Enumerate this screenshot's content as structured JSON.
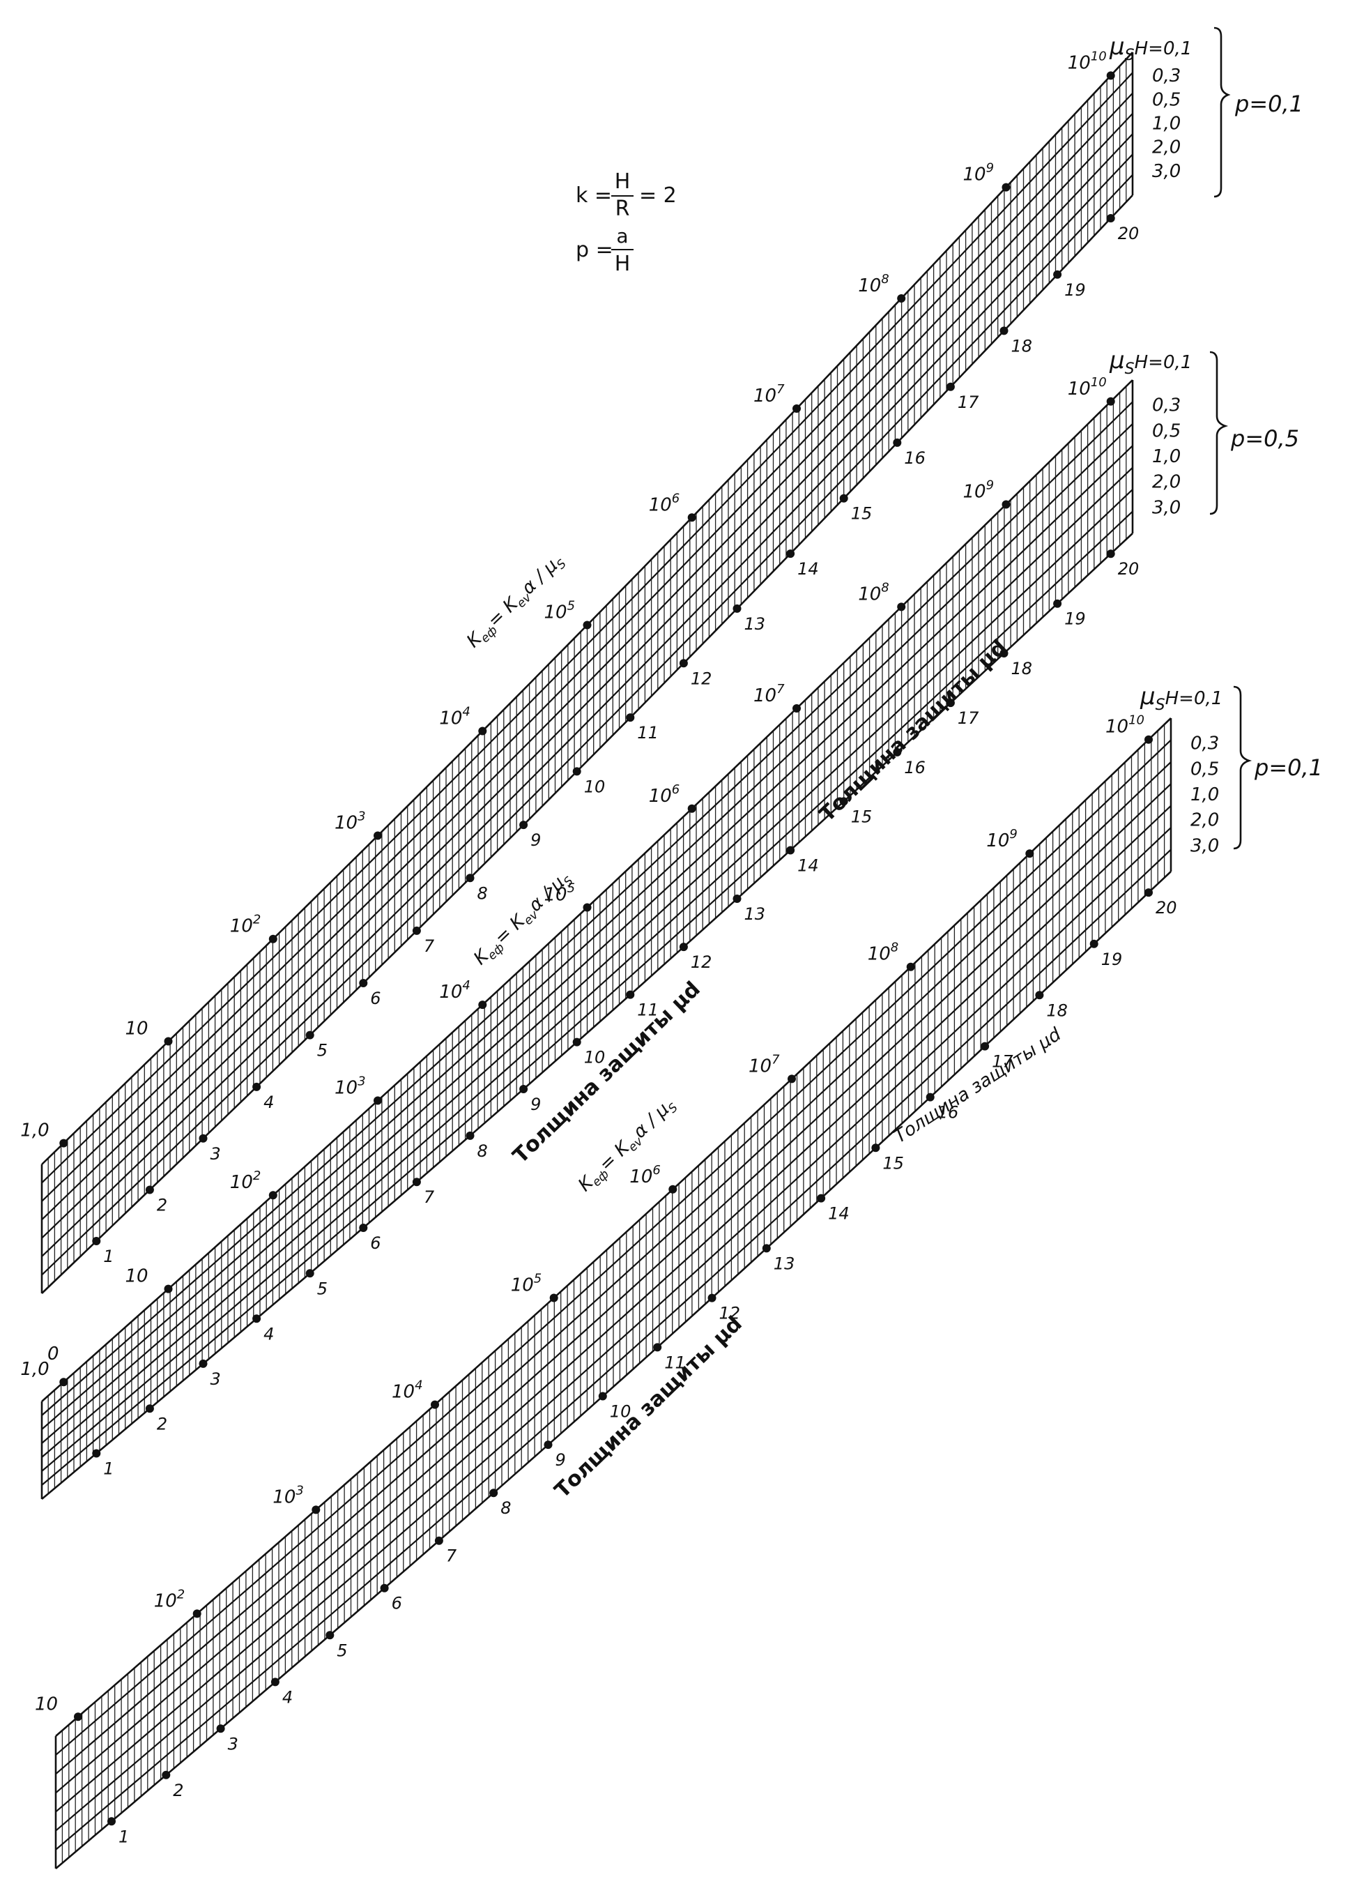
{
  "formulas": {
    "k_left": "k =",
    "k_num": "H",
    "k_den": "R",
    "k_right": "= 2",
    "p_left": "p =",
    "p_num": "a",
    "p_den": "H"
  },
  "colors": {
    "ink": "#111111",
    "paper": "#ffffff"
  },
  "panels": [
    {
      "id": "top",
      "p_label": "p=0,1",
      "muH_prefix": "μ",
      "muH_sub": "S",
      "muH_suffix": "H=0,1",
      "muH_values": [
        "0,3",
        "0,5",
        "1,0",
        "2,0",
        "3,0"
      ],
      "k_axis_ticks": [
        {
          "base": "1,0",
          "exp": ""
        },
        {
          "base": "10",
          "exp": ""
        },
        {
          "base": "10",
          "exp": "2"
        },
        {
          "base": "10",
          "exp": "3"
        },
        {
          "base": "10",
          "exp": "4"
        },
        {
          "base": "10",
          "exp": "5"
        },
        {
          "base": "10",
          "exp": "6"
        },
        {
          "base": "10",
          "exp": "7"
        },
        {
          "base": "10",
          "exp": "8"
        },
        {
          "base": "10",
          "exp": "9"
        },
        {
          "base": "10",
          "exp": "10"
        }
      ],
      "thickness_ticks": [
        "1",
        "2",
        "3",
        "4",
        "5",
        "6",
        "7",
        "8",
        "9",
        "10",
        "11",
        "12",
        "13",
        "14",
        "15",
        "16",
        "17",
        "18",
        "19",
        "20"
      ],
      "k_axis_label": "K",
      "k_axis_label_sub": "еф",
      "k_axis_label_mid": "= K",
      "k_axis_label_sub2": "ev",
      "k_axis_label_tail": "α / μ",
      "k_axis_label_sub3": "S",
      "thickness_label": "Толщина защиты μd"
    },
    {
      "id": "middle",
      "p_label": "p=0,5",
      "muH_prefix": "μ",
      "muH_sub": "S",
      "muH_suffix": "H=0,1",
      "muH_values": [
        "0,3",
        "0,5",
        "1,0",
        "2,0",
        "3,0"
      ],
      "k_axis_ticks": [
        {
          "base": "1,0",
          "exp": ""
        },
        {
          "base": "10",
          "exp": ""
        },
        {
          "base": "10",
          "exp": "2"
        },
        {
          "base": "10",
          "exp": "3"
        },
        {
          "base": "10",
          "exp": "4"
        },
        {
          "base": "10",
          "exp": "5"
        },
        {
          "base": "10",
          "exp": "6"
        },
        {
          "base": "10",
          "exp": "7"
        },
        {
          "base": "10",
          "exp": "8"
        },
        {
          "base": "10",
          "exp": "9"
        },
        {
          "base": "10",
          "exp": "10"
        }
      ],
      "thickness_ticks": [
        "1",
        "2",
        "3",
        "4",
        "5",
        "6",
        "7",
        "8",
        "9",
        "10",
        "11",
        "12",
        "13",
        "14",
        "15",
        "16",
        "17",
        "18",
        "19",
        "20"
      ],
      "origin_label": "0",
      "k_axis_label": "K",
      "k_axis_label_sub": "еф",
      "k_axis_label_mid": "= K",
      "k_axis_label_sub2": "ev",
      "k_axis_label_tail": "α / μ",
      "k_axis_label_sub3": "S",
      "thickness_label": "Толщина защиты μd"
    },
    {
      "id": "bottom",
      "p_label": "p=0,1",
      "muH_prefix": "μ",
      "muH_sub": "S",
      "muH_suffix": "H=0,1",
      "muH_values": [
        "0,3",
        "0,5",
        "1,0",
        "2,0",
        "3,0"
      ],
      "k_axis_ticks": [
        {
          "base": "10",
          "exp": ""
        },
        {
          "base": "10",
          "exp": "2"
        },
        {
          "base": "10",
          "exp": "3"
        },
        {
          "base": "10",
          "exp": "4"
        },
        {
          "base": "10",
          "exp": "5"
        },
        {
          "base": "10",
          "exp": "6"
        },
        {
          "base": "10",
          "exp": "7"
        },
        {
          "base": "10",
          "exp": "8"
        },
        {
          "base": "10",
          "exp": "9"
        },
        {
          "base": "10",
          "exp": "10"
        }
      ],
      "thickness_ticks": [
        "1",
        "2",
        "3",
        "4",
        "5",
        "6",
        "7",
        "8",
        "9",
        "10",
        "11",
        "12",
        "13",
        "14",
        "15",
        "16",
        "17",
        "18",
        "19",
        "20"
      ],
      "k_axis_label": "K",
      "k_axis_label_sub": "еф",
      "k_axis_label_mid": "= K",
      "k_axis_label_sub2": "ev",
      "k_axis_label_tail": "α / μ",
      "k_axis_label_sub3": "S",
      "thickness_label": "Толщина защиты μd",
      "thickness_label_alt": "Толщина защиты μd"
    }
  ]
}
